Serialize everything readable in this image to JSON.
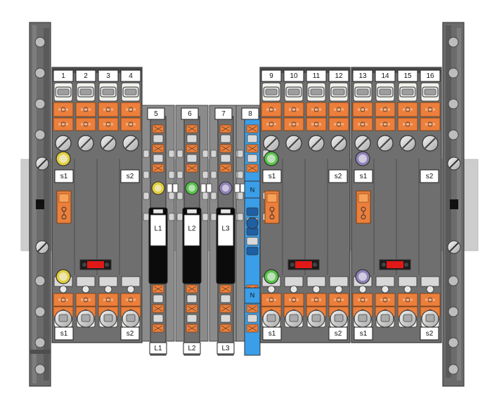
{
  "colors": {
    "housing": "#6f6f6f",
    "housing_light": "#8b8b8b",
    "housing_dark": "#4a4a4a",
    "orange": "#ec7f3b",
    "cream": "#f2f2ec",
    "rail": "#cfcfcf",
    "blue": "#3a9ee8",
    "yellow": "#e2cf3a",
    "green": "#59c24a",
    "violet": "#8f82b8",
    "red": "#e01818",
    "black": "#0b0b0b"
  },
  "terminal_numbers": [
    "1",
    "2",
    "3",
    "4",
    "5",
    "6",
    "7",
    "8",
    "9",
    "10",
    "11",
    "12",
    "13",
    "14",
    "15",
    "16"
  ],
  "conductor_labels": {
    "l1": "L1",
    "l2": "L2",
    "l3": "L3",
    "n": "N"
  },
  "switch_labels": {
    "s1": "s1",
    "s2": "s2"
  }
}
